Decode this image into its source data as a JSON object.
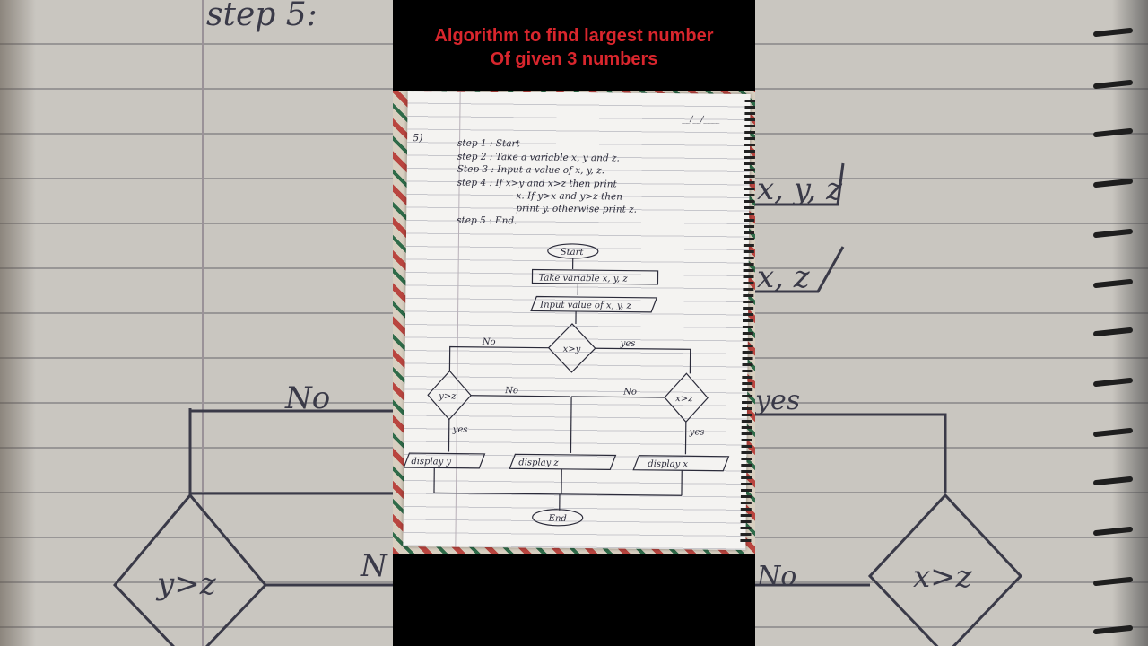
{
  "title": {
    "line1": "Algorithm to find largest number",
    "line2": "Of given 3 numbers"
  },
  "notes": {
    "question_number": "5)",
    "date_mark": "__/__/____",
    "steps": [
      "step 1 : Start",
      "step 2 : Take a variable   x, y and z.",
      "Step 3 : Input  a  value  of  x, y, z.",
      "step 4 : If   x>y and x>z then print",
      "x. If  y>x and y>z then",
      "print  y. otherwise  print z.",
      "step 5 :  End."
    ]
  },
  "flowchart": {
    "start": "Start",
    "take_variable": "Take variable x, y, z",
    "input_value": "Input value of x, y, z",
    "decision_main": "x>y",
    "decision_left": "y>z",
    "decision_right": "x>z",
    "display_y": "display  y",
    "display_z": "display  z",
    "display_x": "display  x",
    "end": "End",
    "label_no_main": "No",
    "label_yes_main": "yes",
    "label_no_left": "No",
    "label_no_right": "No",
    "label_yes_left": "yes",
    "label_yes_right": "yes"
  },
  "background": {
    "left_step": "step 5:",
    "left_no": "No",
    "left_decision": "y>z",
    "left_n": "N",
    "right_xyz_1": "x, y, z",
    "right_xyz_2": "x, z",
    "right_yes": "yes",
    "right_no": "No",
    "right_decision": "x>z"
  },
  "colors": {
    "title_red": "#d9262d",
    "ink": "#2b2b3a",
    "paper": "#f4f3f1"
  }
}
